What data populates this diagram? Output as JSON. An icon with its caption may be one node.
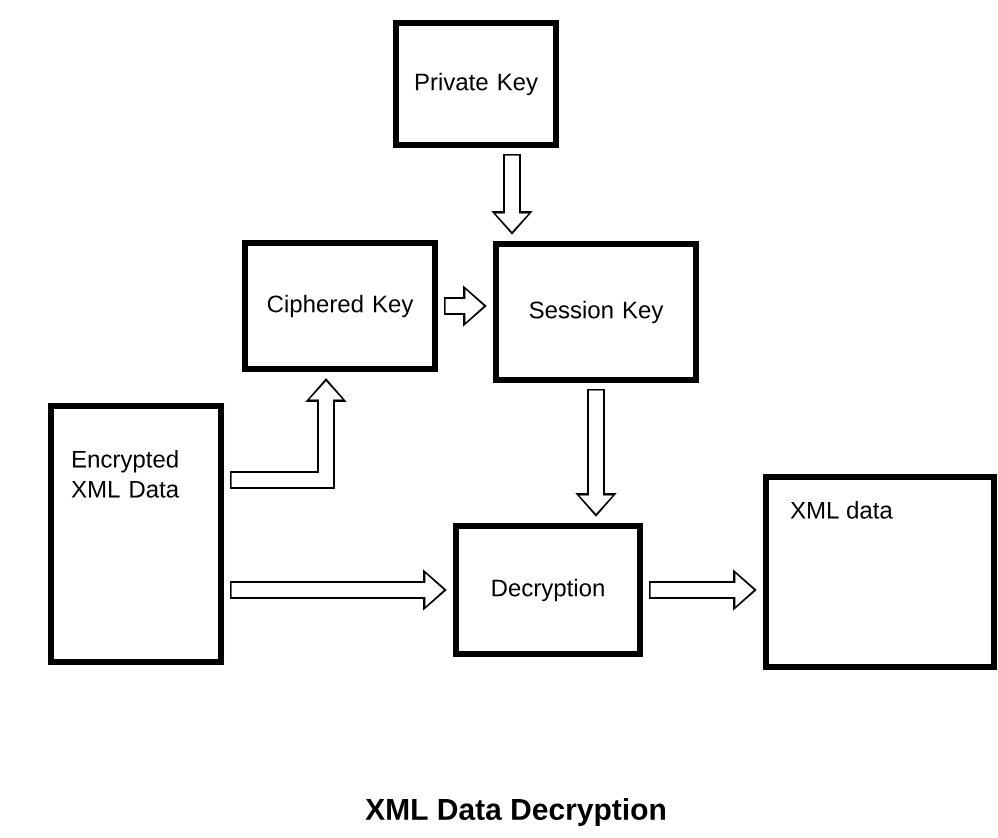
{
  "diagram": {
    "caption": "XML Data Decryption",
    "nodes": [
      {
        "text": [
          "Private Key"
        ]
      },
      {
        "text": [
          "Ciphered Key"
        ]
      },
      {
        "text": [
          "Session Key"
        ]
      },
      {
        "text": [
          "Encrypted XML Data"
        ]
      },
      {
        "text": [
          "Decryption"
        ]
      },
      {
        "text": [
          "XML data"
        ]
      }
    ],
    "edges": [
      {
        "from": 0,
        "to": 2,
        "arrow": "to"
      },
      {
        "from": 1,
        "to": 2,
        "arrow": "to"
      },
      {
        "from": 3,
        "to": 1,
        "arrow": "to"
      },
      {
        "from": 2,
        "to": 4,
        "arrow": "to"
      },
      {
        "from": 3,
        "to": 4,
        "arrow": "to"
      },
      {
        "from": 4,
        "to": 5,
        "arrow": "to"
      }
    ]
  }
}
